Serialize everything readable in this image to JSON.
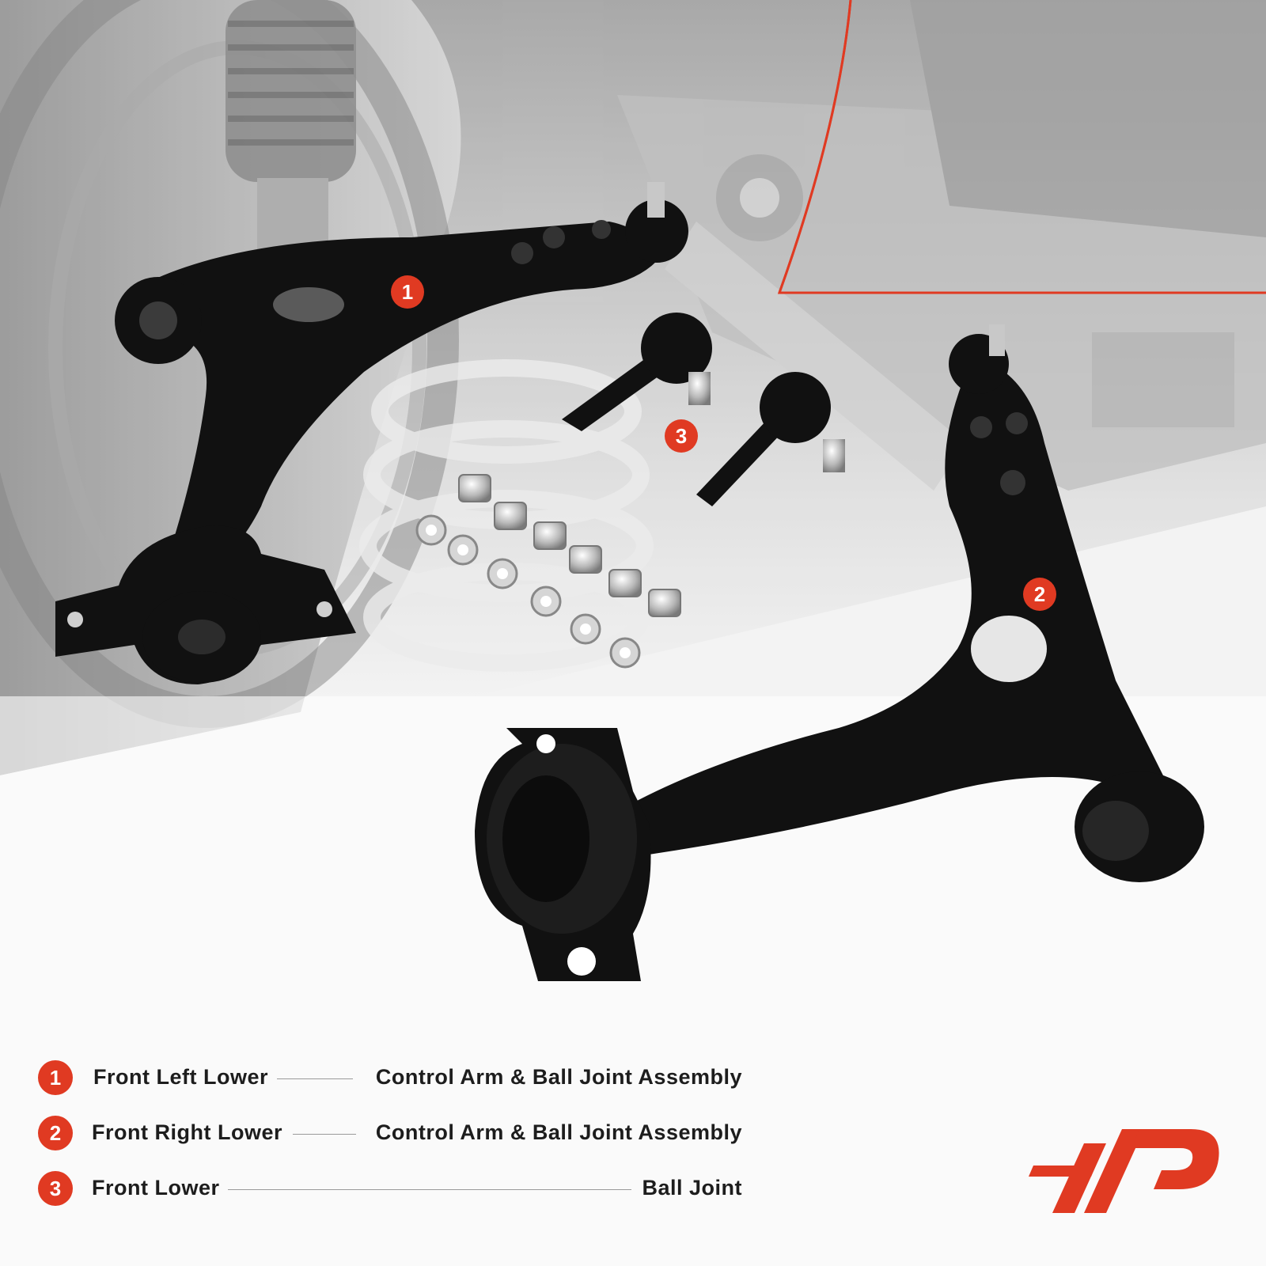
{
  "colors": {
    "accent": "#e03a22",
    "text": "#1d1d1d",
    "part_black": "#111111"
  },
  "markers": [
    "1",
    "3",
    "2"
  ],
  "legend": [
    {
      "num": "1",
      "position": "Front Left Lower",
      "part": "Control Arm & Ball Joint Assembly"
    },
    {
      "num": "2",
      "position": "Front Right Lower",
      "part": "Control Arm & Ball Joint Assembly"
    },
    {
      "num": "3",
      "position": "Front Lower",
      "part": "Ball Joint"
    }
  ],
  "logo": {
    "icon": "a-premium-logo"
  }
}
